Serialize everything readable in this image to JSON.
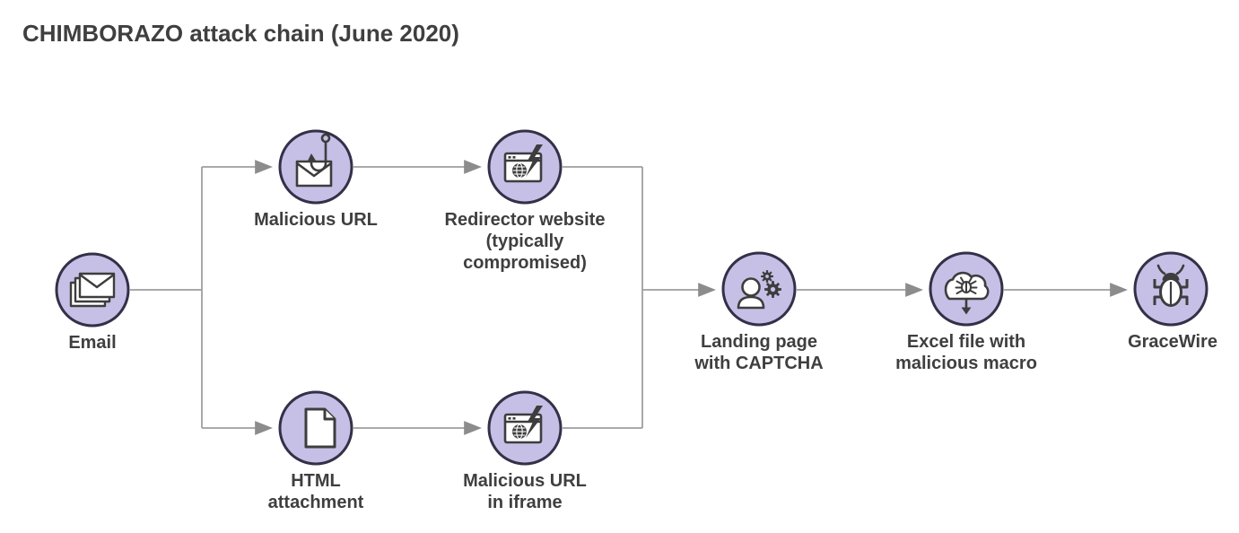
{
  "title": "CHIMBORAZO attack chain (June 2020)",
  "colors": {
    "node_fill": "#c6c0e7",
    "node_border": "#343047",
    "icon_stroke": "#3d3d3d",
    "connector_line": "#9e9e9e",
    "arrowhead": "#8c8c8c",
    "text": "#3f3f3f",
    "background": "#ffffff"
  },
  "nodes": [
    {
      "id": "email",
      "label": "Email",
      "icon": "stacked-envelopes-icon"
    },
    {
      "id": "malicious-url",
      "label": "Malicious URL",
      "icon": "envelope-phishing-hook-icon"
    },
    {
      "id": "redirector-website",
      "label": "Redirector website\n(typically\ncompromised)",
      "icon": "browser-lightning-icon"
    },
    {
      "id": "html-attachment",
      "label": "HTML\nattachment",
      "icon": "document-icon"
    },
    {
      "id": "malicious-url-iframe",
      "label": "Malicious URL\nin iframe",
      "icon": "browser-lightning-icon"
    },
    {
      "id": "landing-page",
      "label": "Landing page\nwith CAPTCHA",
      "icon": "person-gears-icon"
    },
    {
      "id": "excel-file",
      "label": "Excel file with\nmalicious macro",
      "icon": "cloud-bug-download-icon"
    },
    {
      "id": "gracewire",
      "label": "GraceWire",
      "icon": "bug-icon"
    }
  ],
  "edges": [
    {
      "from": "email",
      "to": "malicious-url"
    },
    {
      "from": "email",
      "to": "html-attachment"
    },
    {
      "from": "malicious-url",
      "to": "redirector-website"
    },
    {
      "from": "html-attachment",
      "to": "malicious-url-iframe"
    },
    {
      "from": "redirector-website",
      "to": "landing-page"
    },
    {
      "from": "malicious-url-iframe",
      "to": "landing-page"
    },
    {
      "from": "landing-page",
      "to": "excel-file"
    },
    {
      "from": "excel-file",
      "to": "gracewire"
    }
  ]
}
